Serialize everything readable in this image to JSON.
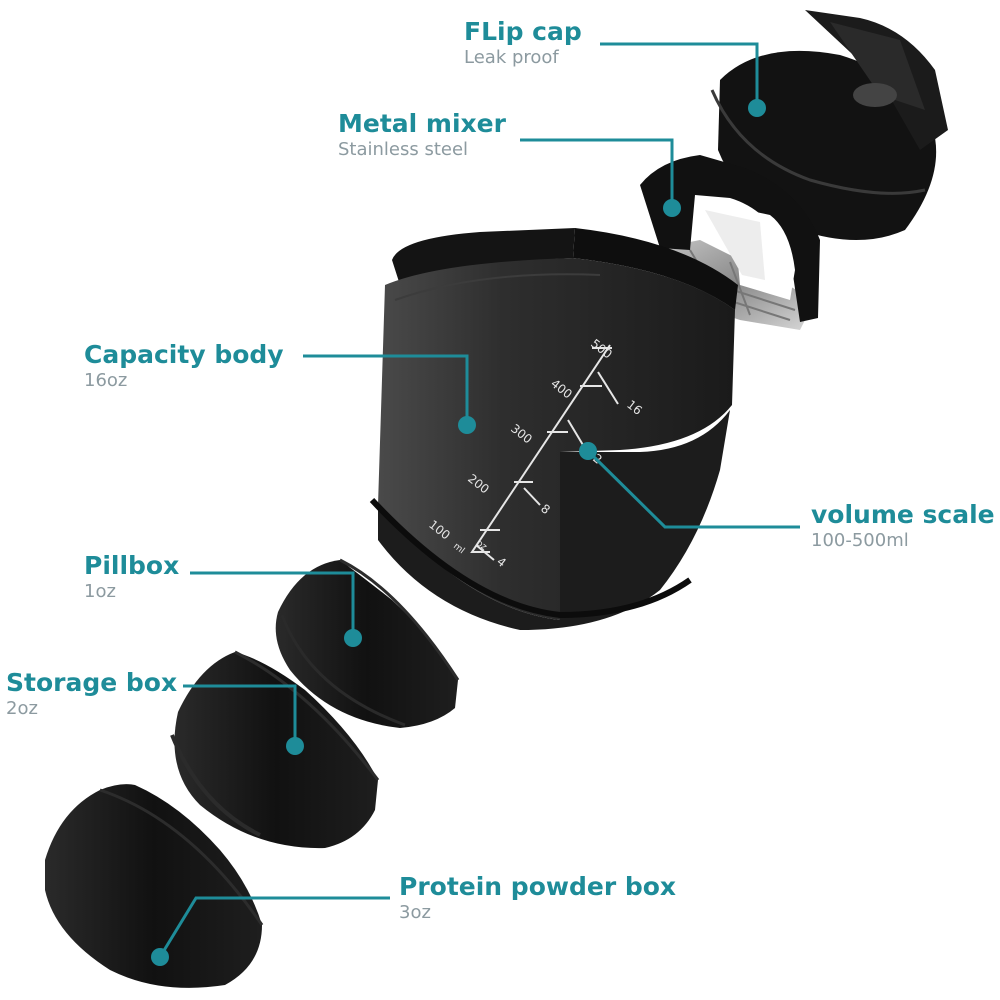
{
  "labels": [
    {
      "id": "flip-cap",
      "title": "FLip cap",
      "sub": "Leak proof"
    },
    {
      "id": "metal-mixer",
      "title": "Metal mixer",
      "sub": "Stainless steel"
    },
    {
      "id": "capacity-body",
      "title": "Capacity body",
      "sub": "16oz"
    },
    {
      "id": "volume-scale",
      "title": "volume scale",
      "sub": "100-500ml"
    },
    {
      "id": "pillbox",
      "title": "Pillbox",
      "sub": "1oz"
    },
    {
      "id": "storage-box",
      "title": "Storage box",
      "sub": "2oz"
    },
    {
      "id": "protein-box",
      "title": "Protein powder box",
      "sub": "3oz"
    }
  ],
  "scale": {
    "ml": [
      "500",
      "400",
      "300",
      "200",
      "100"
    ],
    "ml_unit": "ml",
    "oz": [
      "16",
      "12",
      "8",
      "4"
    ],
    "oz_unit": "oz"
  },
  "colors": {
    "accent": "#1e8c99",
    "product": "#151515",
    "subtext": "#8c9aa0"
  }
}
